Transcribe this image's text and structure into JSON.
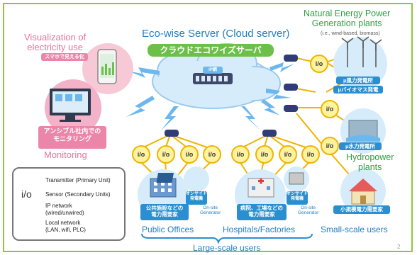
{
  "titles": {
    "server_en": "Eco-wise Server (Cloud server)",
    "server_jp": "クラウドエコワイズサーバ",
    "ip_network": "IP網",
    "natural_energy": "Natural Energy Power\nGeneration plants",
    "natural_energy_sub": "(i.e., wind-based, biomass)",
    "visualization": "Visualization of\nelectricity use",
    "visualization_jp": "スマホで見える化",
    "monitoring_jp": "アンシブル社内での\nモニタリング",
    "monitoring_en": "Monitoring",
    "hydropower": "Hydropower\nplants",
    "small_users": "Small-scale users",
    "public_offices": "Public Offices",
    "hospitals": "Hospitals/Factories",
    "large_users": "Large-scale users",
    "page_number": "2"
  },
  "plants": {
    "wind": "μ風力発電所",
    "biomass": "μバイオマス発電",
    "hydro": "μ水力発電所",
    "small_demand": "小規模電力需要家"
  },
  "facilities": {
    "public_demand": "公共施設などの\n電力需要家",
    "hospital_demand": "病院、工場などの\n電力需要家",
    "onsite_jp_1": "オンサイト\n発電機",
    "onsite_en_1": "On-site\nGenerator",
    "onsite_jp_2": "オンサイト\n発電機",
    "onsite_en_2": "On-site\nGenerator"
  },
  "io_label": "i/o",
  "legend": {
    "transmitter": "Transmitter (Primary Unit)",
    "sensor_symbol": "i/o",
    "sensor": "Sensor (Secondary Units)",
    "ip_network": "IP network\n(wired/unwired)",
    "local_network": "Local network\n(LAN, wifi, PLC)"
  },
  "colors": {
    "green": "#6cc04a",
    "blue": "#2a8fd0",
    "pink": "#ec86a8",
    "orange_line": "#f0b400"
  }
}
